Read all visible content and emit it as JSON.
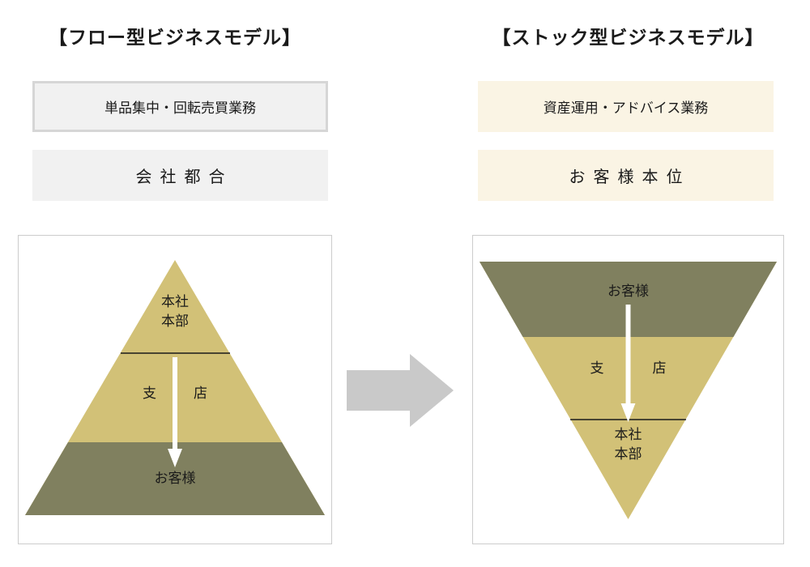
{
  "colors": {
    "tan": "#d2c177",
    "olive": "#80805f",
    "arrow-gray": "#c9c9c9",
    "box-gray": "#f1f1f1",
    "box-gray-border": "#d6d6d6",
    "box-cream": "#faf4e4"
  },
  "flow": {
    "title": "【フロー型ビジネスモデル】",
    "business_box": "単品集中・回転売買業務",
    "stance_box": "会社都合",
    "pyramid": {
      "top_line1": "本社",
      "top_line2": "本部",
      "middle": "支店",
      "bottom": "お客様"
    }
  },
  "stock": {
    "title": "【ストック型ビジネスモデル】",
    "business_box": "資産運用・アドバイス業務",
    "stance_box": "お客様本位",
    "pyramid": {
      "top": "お客様",
      "middle": "支店",
      "bottom_line1": "本社",
      "bottom_line2": "本部"
    }
  }
}
